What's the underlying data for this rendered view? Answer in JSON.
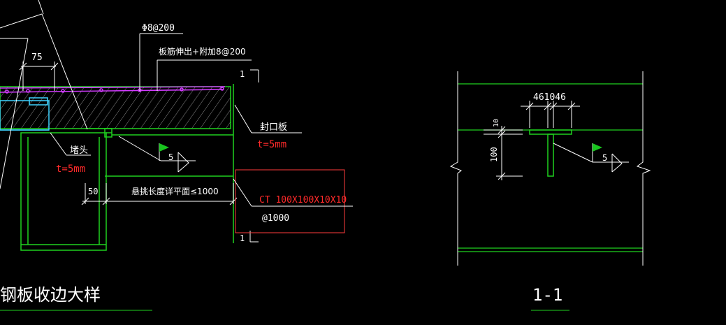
{
  "drawing": {
    "background_color": "#000000",
    "colors": {
      "white_line": "#ffffff",
      "green_line": "#1fd11f",
      "magenta_line": "#d23bff",
      "red_line": "#ff3b3b",
      "cyan_line": "#3fd3ff",
      "flag_green": "#18c51e"
    },
    "left_detail": {
      "dim_75": "75",
      "rebar_spacing": "Φ8@200",
      "rebar_extension": "板筋伸出+附加8@200",
      "section_marker_1": "1",
      "sealing_plate_label": "封口板",
      "sealing_plate_thickness": "t=5mm",
      "end_plate_label": "堵头",
      "end_plate_thickness": "t=5mm",
      "weld_size": "5",
      "dim_50": "50",
      "cantilever_label": "悬挑长度详平面≤1000",
      "ct_section": "CT 100X100X10X10",
      "ct_spacing": "@1000",
      "section_marker_1_bottom": "1",
      "detail_title": "钢板收边大样",
      "icons": [
        "weld-flag-icon",
        "section-cut-marker-icon"
      ]
    },
    "right_detail": {
      "dim_top": "461046",
      "dim_small": "10",
      "dim_100": "100",
      "weld_size": "5",
      "section_title": "1-1",
      "icons": [
        "weld-flag-icon",
        "break-line-icon"
      ]
    }
  }
}
